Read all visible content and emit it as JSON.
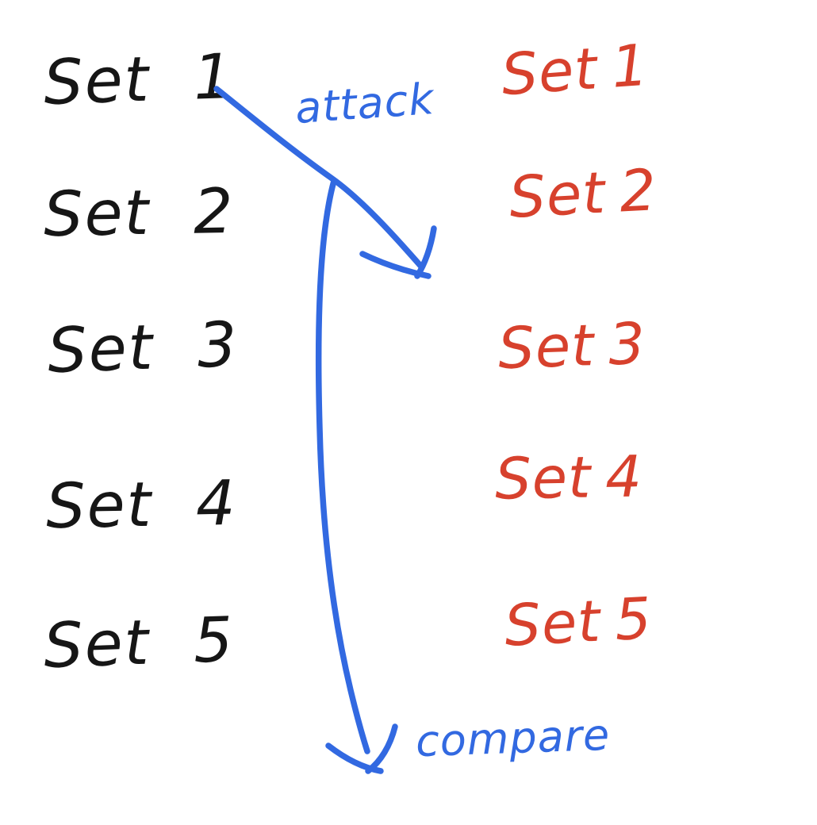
{
  "colors": {
    "background": "#ffffff",
    "ink_black": "#161616",
    "ink_red": "#d7412d",
    "ink_blue": "#3269e1"
  },
  "diagram": {
    "left_column": {
      "items": [
        "Set 1",
        "Set 2",
        "Set 3",
        "Set 4",
        "Set 5"
      ]
    },
    "right_column": {
      "items": [
        "Set 1",
        "Set 2",
        "Set 3",
        "Set 4",
        "Set 5"
      ]
    },
    "annotations": {
      "attack_label": "attack",
      "compare_label": "compare"
    }
  }
}
